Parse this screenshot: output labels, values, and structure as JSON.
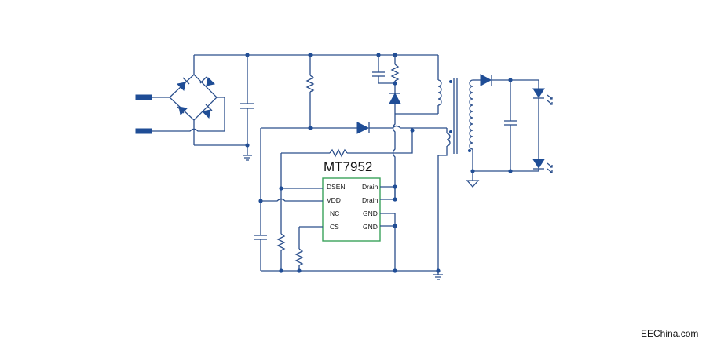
{
  "chip": {
    "name": "MT7952",
    "pins_left": [
      "DSEN",
      "VDD",
      "NC",
      "CS"
    ],
    "pins_right": [
      "Drain",
      "Drain",
      "GND",
      "GND"
    ]
  },
  "watermark": "EEChina.com",
  "colors": {
    "wire": "#2b4f8c",
    "component_fill": "#1f4d96",
    "ic_border": "#3aa35a",
    "background": "#ffffff"
  }
}
